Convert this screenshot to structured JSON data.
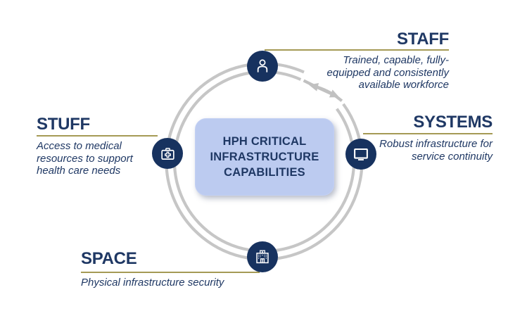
{
  "center": {
    "title": "HPH CRITICAL INFRASTRUCTURE CAPABILITIES"
  },
  "sections": {
    "staff": {
      "label": "STAFF",
      "description": "Trained, capable, fully-equipped and consistently available workforce",
      "icon": "person-icon"
    },
    "systems": {
      "label": "SYSTEMS",
      "description": "Robust infrastructure for service continuity",
      "icon": "monitor-icon"
    },
    "stuff": {
      "label": "STUFF",
      "description": "Access to medical resources to support health care needs",
      "icon": "medical-kit-icon"
    },
    "space": {
      "label": "SPACE",
      "description": "Physical infrastructure security",
      "icon": "hospital-icon"
    }
  },
  "colors": {
    "navy_text": "#1f3864",
    "node_navy": "#17325f",
    "gold_line": "#a59a55",
    "ring_gray": "#c6c6c6",
    "center_fill": "#bccbf0"
  }
}
